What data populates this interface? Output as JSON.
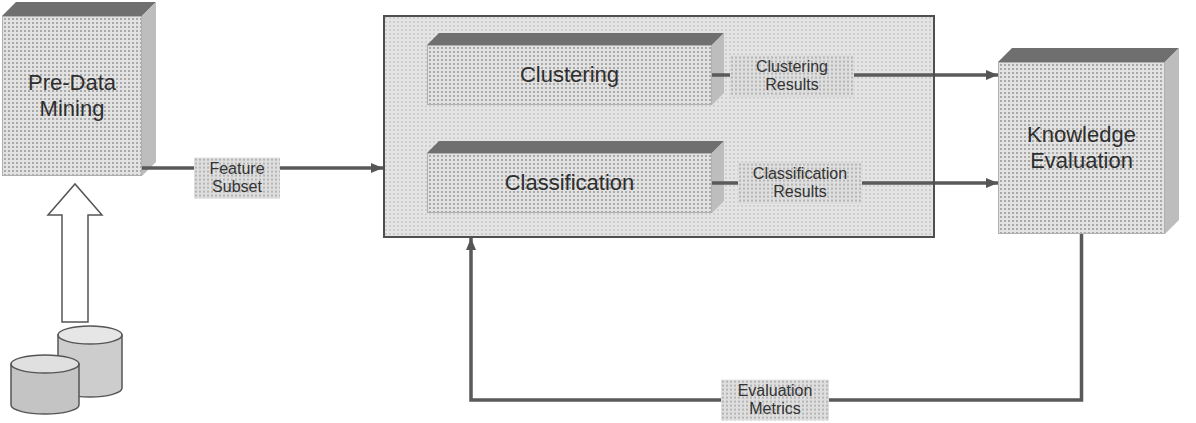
{
  "diagram": {
    "nodes": [
      {
        "text": [
          "Pre-Data Mining"
        ]
      },
      {
        "text": []
      },
      {
        "text": [
          "Clustering"
        ],
        "in": 1
      },
      {
        "text": [
          "Classification"
        ],
        "in": 1
      },
      {
        "text": [
          "Knowledge Evaluation"
        ]
      }
    ],
    "edges": [
      {
        "from": 0,
        "to": 1,
        "label": "Feature Subset",
        "arrow": "to"
      },
      {
        "from": 2,
        "to": 4,
        "label": "Clustering Results",
        "arrow": "to"
      },
      {
        "from": 3,
        "to": 4,
        "label": "Classification Results",
        "arrow": "to"
      },
      {
        "from": 4,
        "to": 1,
        "label": "Evaluation Metrics",
        "arrow": "to"
      }
    ]
  }
}
